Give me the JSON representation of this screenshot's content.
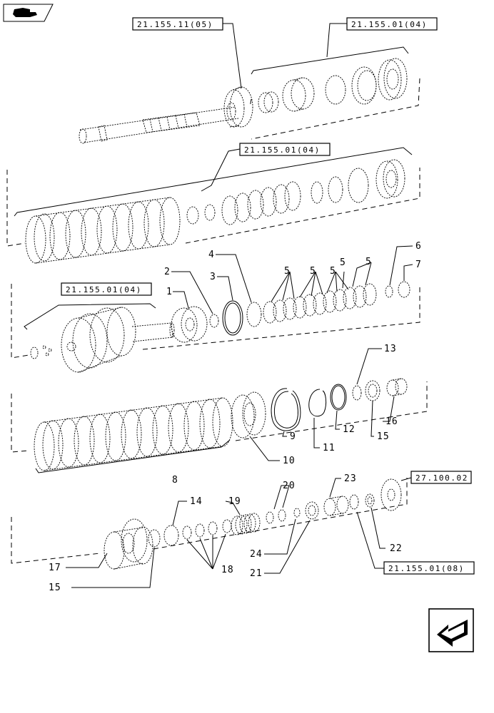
{
  "references": {
    "shaft": "21.155.11(05)",
    "row1": "21.155.01(04)",
    "row2": "21.155.01(04)",
    "hub": "21.155.01(04)",
    "flange": "27.100.02",
    "bottom": "21.155.01(08)"
  },
  "numbers": {
    "n1": "1",
    "n2": "2",
    "n3": "3",
    "n4": "4",
    "n5a": "5",
    "n5b": "5",
    "n5c": "5",
    "n5d": "5",
    "n5e": "5",
    "n6": "6",
    "n7": "7",
    "n8": "8",
    "n9": "9",
    "n10": "10",
    "n11": "11",
    "n12": "12",
    "n13": "13",
    "n14": "14",
    "n15a": "15",
    "n15b": "15",
    "n16": "16",
    "n17": "17",
    "n18": "18",
    "n19": "19",
    "n20": "20",
    "n21": "21",
    "n22": "22",
    "n23": "23",
    "n24": "24"
  },
  "icons": {
    "top_left": "book-hand-icon",
    "bottom_right": "next-page-arrow-icon"
  }
}
